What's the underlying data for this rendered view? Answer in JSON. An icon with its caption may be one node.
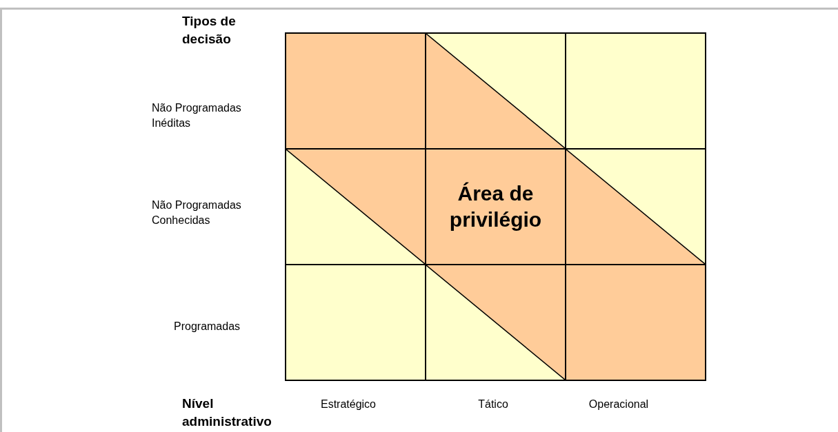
{
  "diagram": {
    "nodes": [
      {
        "text": [],
        "shape": "box"
      },
      {
        "text": [],
        "shape": "box"
      },
      {
        "text": [],
        "shape": "box"
      },
      {
        "text": [],
        "shape": "box"
      },
      {
        "text": [
          "Área de privilégio"
        ]
      },
      {
        "text": [],
        "shape": "box"
      },
      {
        "text": [],
        "shape": "box"
      },
      {
        "text": [],
        "shape": "box"
      },
      {
        "text": [],
        "shape": "box"
      }
    ],
    "labels": [
      "Tipos de decisão",
      "Não Programadas Inéditas",
      "Não Programadas Conhecidas",
      "Programadas",
      "Nível administrativo",
      "Estratégico",
      "Tático",
      "Operacional"
    ]
  }
}
